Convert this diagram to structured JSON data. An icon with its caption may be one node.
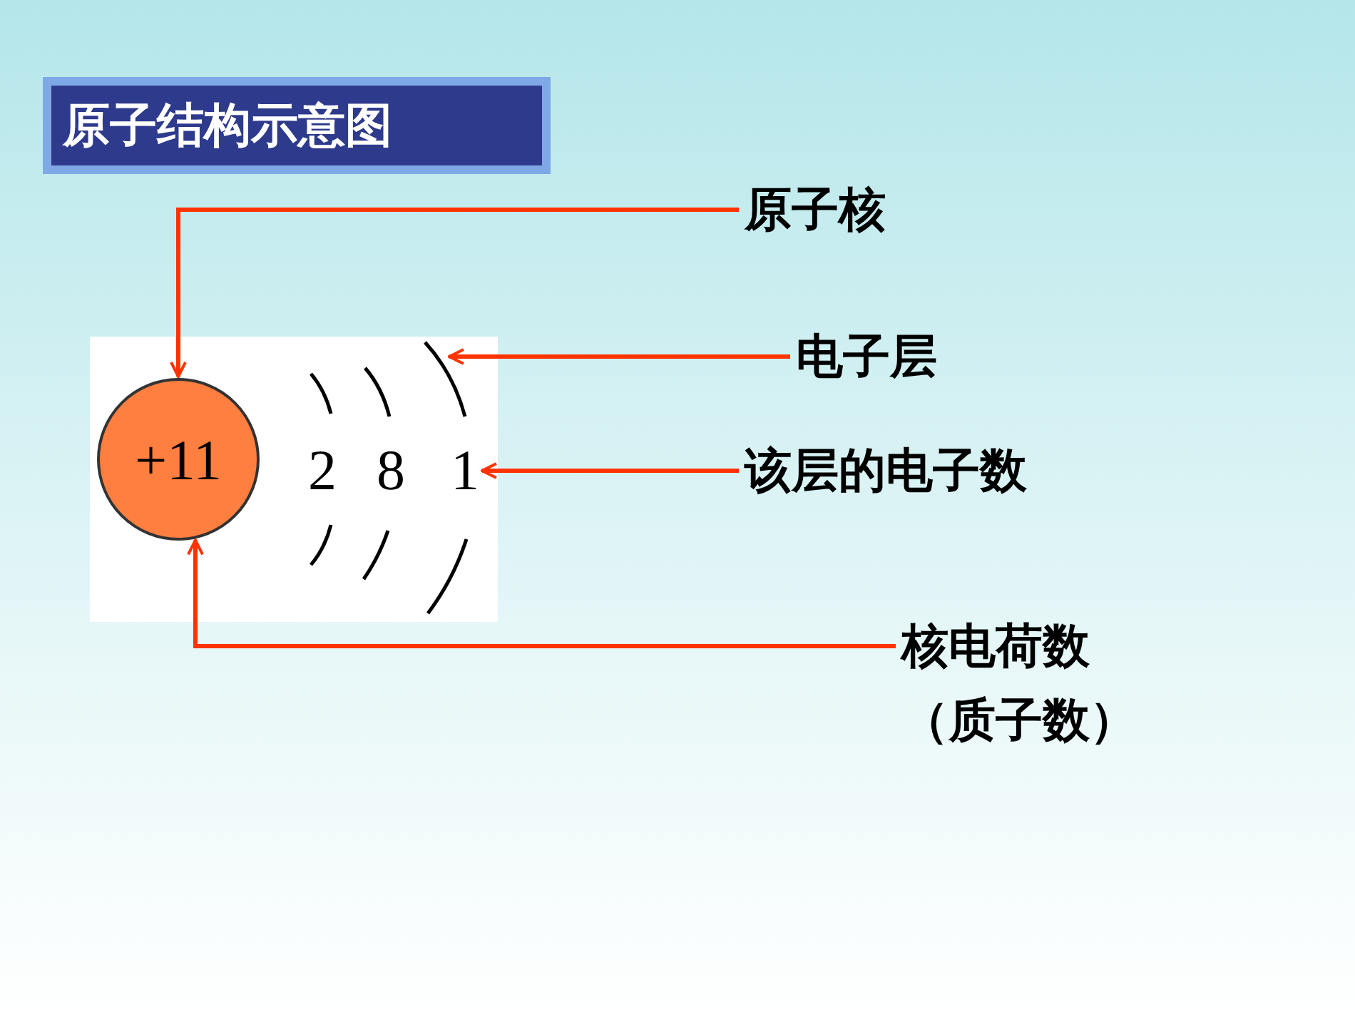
{
  "diagram": {
    "title": "原子结构示意图",
    "nodes": [
      {
        "text": [
          "原子核"
        ]
      },
      {
        "text": [
          "+11"
        ]
      },
      {
        "text": [
          "电子层"
        ]
      },
      {
        "text": [],
        "shape": "arc"
      },
      {
        "text": [
          "该层的电子数"
        ]
      },
      {
        "text": [
          "1"
        ]
      },
      {
        "text": [
          "核电荷数（质子数）"
        ]
      }
    ],
    "edges": [
      {
        "from": 0,
        "to": 1,
        "arrow": "to"
      },
      {
        "from": 2,
        "to": 3,
        "arrow": "to"
      },
      {
        "from": 4,
        "to": 5,
        "arrow": "to"
      },
      {
        "from": 6,
        "to": 1,
        "arrow": "to"
      }
    ],
    "labels": [
      "2",
      "8"
    ]
  }
}
